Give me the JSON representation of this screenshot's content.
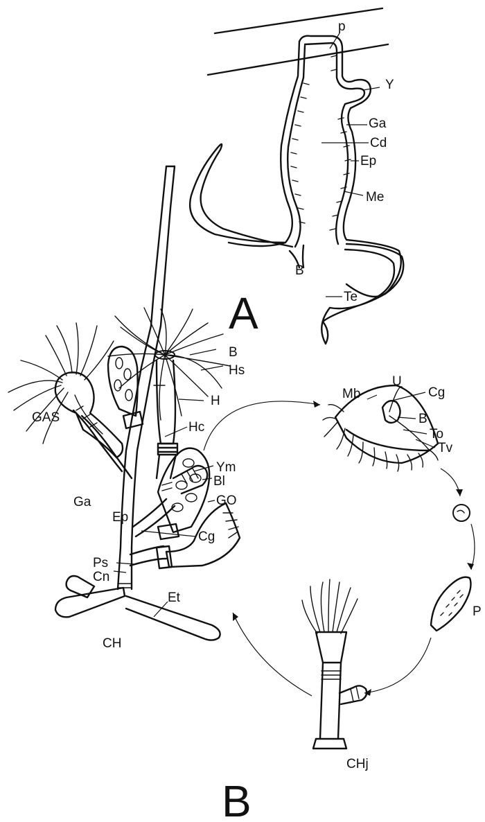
{
  "panel_a": {
    "letter": "A",
    "labels": {
      "p": "p",
      "Y": "Y",
      "Ga": "Ga",
      "Cd": "Cd",
      "Ep": "Ep",
      "Me": "Me",
      "B": "B",
      "Te": "Te"
    }
  },
  "panel_b": {
    "letter": "B",
    "labels": {
      "B": "B",
      "Hs": "Hs",
      "H": "H",
      "Hc": "Hc",
      "GAS": "GAS",
      "Ym": "Ym",
      "Bl": "Bl",
      "GO": "GO",
      "Ga": "Ga",
      "Ep": "Ep",
      "Cg": "Cg",
      "Ps": "Ps",
      "Cn": "Cn",
      "Et": "Et",
      "CH": "CH",
      "Mb": "Mb",
      "U": "U",
      "Cg_medusa": "Cg",
      "B_medusa": "B",
      "To": "To",
      "Tv": "Tv",
      "P": "P",
      "CHj": "CHj"
    }
  }
}
